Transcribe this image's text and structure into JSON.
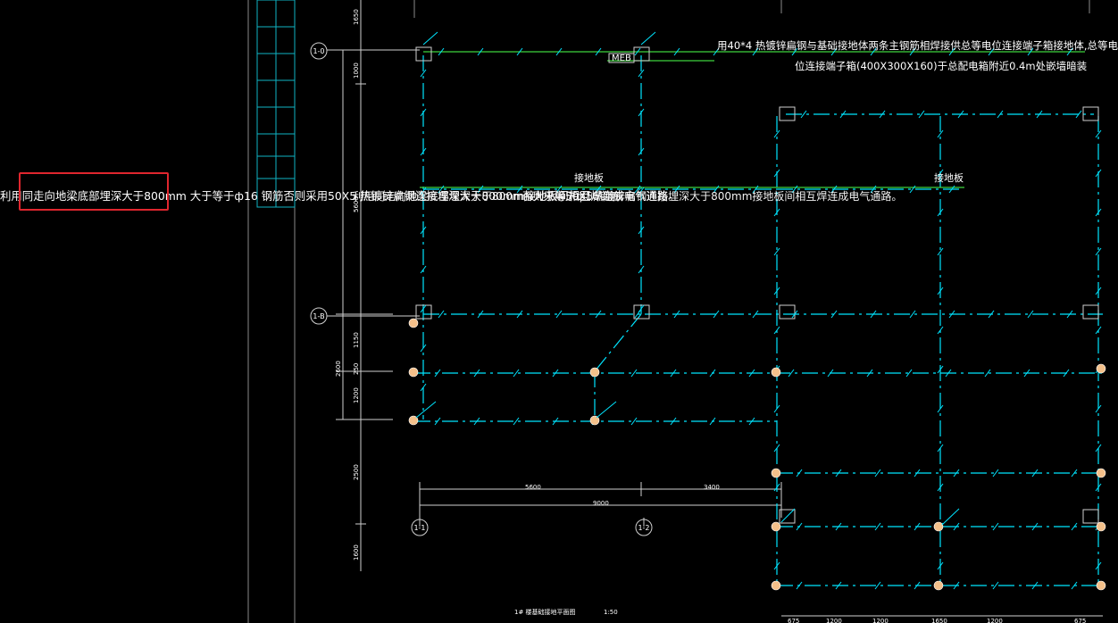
{
  "note": {
    "main_line": "利用同走向地梁底部埋深大于800mm 大于等于ф16 钢筋否则采用50X5 热镀锌扁钢连接埋深大于800mm接地板间相互焊连成电气通路。",
    "overlap_1": "利用同走向地梁底部埋深大于800mm大于等于ф16钢筋",
    "overlap_2": "否则采用50X5热镀锌扁钢连接埋深大于800mm接地板间相互焊连成电气通路。",
    "right_part": "否则采用50X5热镀锌扁钢连接埋深大于800mm接地板间相互焊连成电气通路。"
  },
  "top_note": {
    "line1": "用40*4 热镀锌扁钢与基础接地体两条主钢筋相焊接供总等电位连接端子箱接地体,总等电",
    "line2": "位连接端子箱(400X300X160)于总配电箱附近0.4m处嵌墙暗装"
  },
  "labels": {
    "meb": "MEB",
    "ground_plate_1": "接地板",
    "ground_plate_2": "接地板",
    "plan_title": "1# 楼基础接地平面图",
    "scale": "1:50"
  },
  "axes": {
    "a0": "1-0",
    "b": "1-B",
    "n1": "1-1",
    "n2": "1-2"
  },
  "dims": {
    "d5600": "5600",
    "d3400": "3400",
    "d9000": "9000",
    "d2600": "2600",
    "d1650": "1650",
    "d1000": "1000",
    "d5600v": "5600",
    "d1150": "1150",
    "d250": "250",
    "d1200": "1200",
    "d2500": "2500",
    "d1600": "1600",
    "b675a": "675",
    "b1200a": "1200",
    "b1200b": "1200",
    "b1650": "1650",
    "b1200c": "1200",
    "b675b": "675"
  },
  "colors": {
    "background": "#000000",
    "grid_line": "#00e5ff",
    "cyan_dark": "#0fb3c4",
    "green": "#3cd23c",
    "white": "#ffffff",
    "selection_box": "#e0262e",
    "pile": "#f4c08a"
  }
}
